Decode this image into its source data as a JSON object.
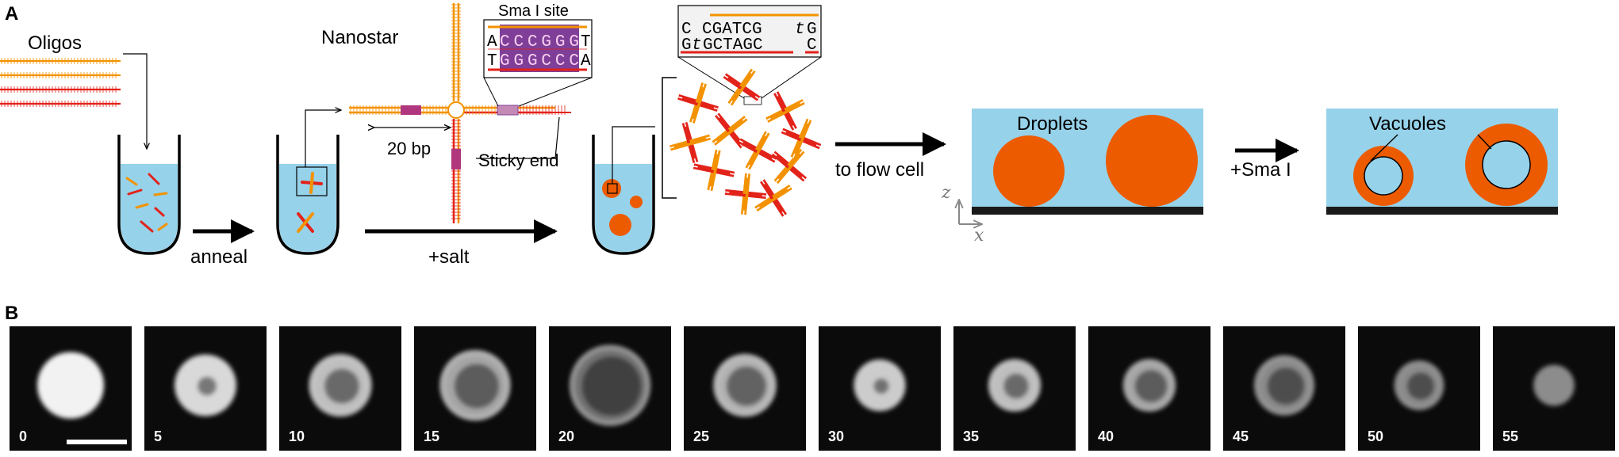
{
  "panel_a": {
    "label": "A",
    "oligos": "Oligos",
    "nanostar": "Nanostar",
    "smaI_site": "Sma I site",
    "seq_top": [
      "A",
      "CCCGGG",
      "T"
    ],
    "seq_bottom": [
      "T",
      "GGGCCC",
      "A"
    ],
    "bp_label": "20 bp",
    "sticky_end": "Sticky end",
    "sticky_top": [
      "C",
      "CGATCG",
      "t",
      "G"
    ],
    "sticky_bottom": [
      "G",
      "t",
      "GCTAGC",
      "C"
    ],
    "anneal": "anneal",
    "salt": "+salt",
    "to_flow_cell": "to flow cell",
    "droplets": "Droplets",
    "add_smai": "+Sma I",
    "vacuoles": "Vacuoles",
    "axis_z": "z",
    "axis_x": "x"
  },
  "panel_b": {
    "label": "B",
    "frames": [
      {
        "time": "0",
        "outer": 0.52,
        "inner": 0.0,
        "bright": 0.95,
        "ring": 0.0
      },
      {
        "time": "5",
        "outer": 0.48,
        "inner": 0.15,
        "bright": 0.85,
        "ring": 0.1
      },
      {
        "time": "10",
        "outer": 0.48,
        "inner": 0.28,
        "bright": 0.75,
        "ring": 0.5
      },
      {
        "time": "15",
        "outer": 0.54,
        "inner": 0.36,
        "bright": 0.65,
        "ring": 0.6
      },
      {
        "time": "20",
        "outer": 0.62,
        "inner": 0.48,
        "bright": 0.45,
        "ring": 0.6
      },
      {
        "time": "25",
        "outer": 0.48,
        "inner": 0.32,
        "bright": 0.7,
        "ring": 0.6
      },
      {
        "time": "30",
        "outer": 0.4,
        "inner": 0.12,
        "bright": 0.8,
        "ring": 0.2
      },
      {
        "time": "35",
        "outer": 0.4,
        "inner": 0.2,
        "bright": 0.75,
        "ring": 0.5
      },
      {
        "time": "40",
        "outer": 0.4,
        "inner": 0.26,
        "bright": 0.65,
        "ring": 0.5
      },
      {
        "time": "45",
        "outer": 0.46,
        "inner": 0.3,
        "bright": 0.55,
        "ring": 0.4
      },
      {
        "time": "50",
        "outer": 0.38,
        "inner": 0.22,
        "bright": 0.55,
        "ring": 0.3
      },
      {
        "time": "55",
        "outer": 0.32,
        "inner": 0.0,
        "bright": 0.55,
        "ring": 0.0
      }
    ]
  },
  "colors": {
    "orange": "#f39200",
    "red": "#e2231a",
    "droplet": "#ec5b00",
    "buffer": "#96d2ea",
    "magenta": "#b0367d",
    "purple": "#7f3f98",
    "sticky_line": "#e2231a"
  }
}
